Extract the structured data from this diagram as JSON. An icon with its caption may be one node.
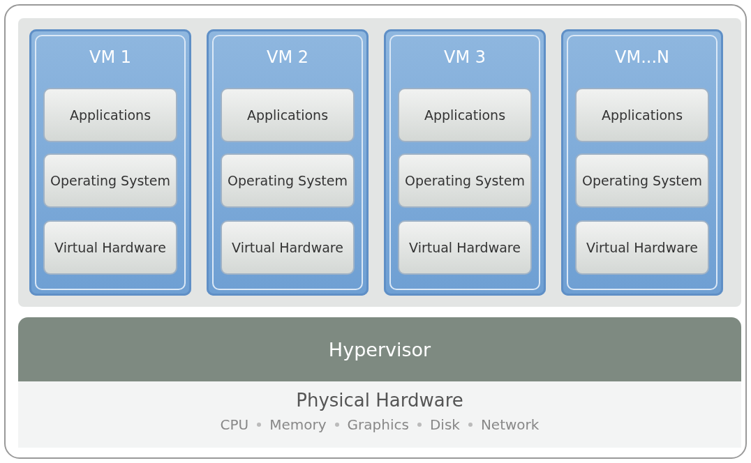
{
  "diagram": {
    "nodes": [
      {
        "text": [
          "VM 1"
        ]
      },
      {
        "text": [
          "Applications"
        ],
        "in": 0
      },
      {
        "text": [
          "Operating System"
        ],
        "in": 0
      },
      {
        "text": [
          "Virtual Hardware"
        ],
        "in": 0
      },
      {
        "text": [
          "VM 2"
        ]
      },
      {
        "text": [
          "Applications"
        ],
        "in": 4
      },
      {
        "text": [
          "Operating System"
        ],
        "in": 4
      },
      {
        "text": [
          "Virtual Hardware"
        ],
        "in": 4
      },
      {
        "text": [
          "VM 3"
        ]
      },
      {
        "text": [
          "Applications"
        ],
        "in": 8
      },
      {
        "text": [
          "Operating System"
        ],
        "in": 8
      },
      {
        "text": [
          "Virtual Hardware"
        ],
        "in": 8
      },
      {
        "text": [
          "VM...N"
        ]
      },
      {
        "text": [
          "Applications"
        ],
        "in": 12
      },
      {
        "text": [
          "Operating System"
        ],
        "in": 12
      },
      {
        "text": [
          "Virtual Hardware"
        ],
        "in": 12
      },
      {
        "text": [
          "Hypervisor"
        ]
      },
      {
        "text": [
          "Physical Hardware",
          "CPU",
          "Memory",
          "Graphics",
          "Disk",
          "Network"
        ]
      }
    ]
  }
}
